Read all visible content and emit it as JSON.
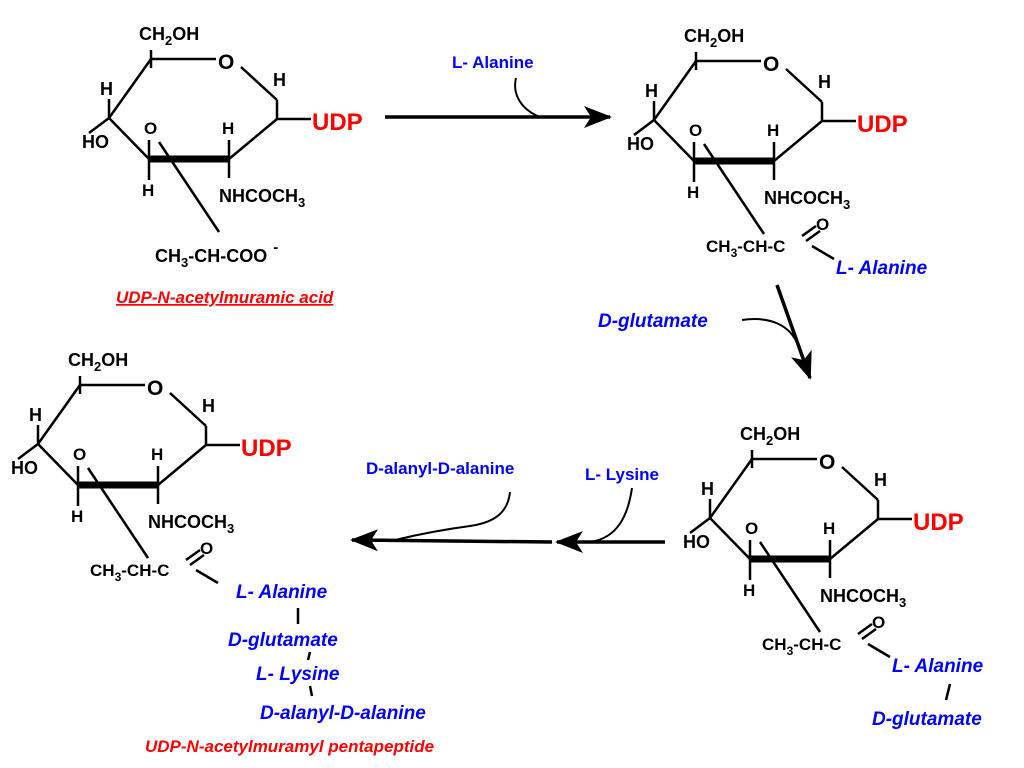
{
  "colors": {
    "udp": "#ff0000",
    "reagent": "#0000ff",
    "structure": "#000000",
    "title": "#ff0000"
  },
  "common": {
    "ch2oh_main": "CH",
    "ch2oh_sub": "2",
    "ch2oh_end": "OH",
    "ring_o": "O",
    "h": "H",
    "ho": "HO",
    "o3": "O",
    "udp": "UDP",
    "nhcoch_main": "NHCOCH",
    "nhcoch_sub": "3",
    "ch3_main": "CH",
    "ch3_sub": "3",
    "ch_c": "-CH-C",
    "carbonyl_o": "O"
  },
  "mol1": {
    "lactyl_tail": "-CH-COO",
    "charge": "-",
    "title": "UDP-N-acetylmuramic acid"
  },
  "reagents": {
    "ala": "L- Alanine",
    "glu": "D-glutamate",
    "lys": "L- Lysine",
    "dala": "D-alanyl-D-alanine"
  },
  "mol2": {
    "chain": [
      "L- Alanine"
    ]
  },
  "mol3": {
    "chain": [
      "L- Alanine",
      "D-glutamate"
    ]
  },
  "mol4": {
    "chain": [
      "L- Alanine",
      "D-glutamate",
      "L- Lysine",
      "D-alanyl-D-alanine"
    ],
    "title": "UDP-N-acetylmuramyl pentapeptide"
  }
}
